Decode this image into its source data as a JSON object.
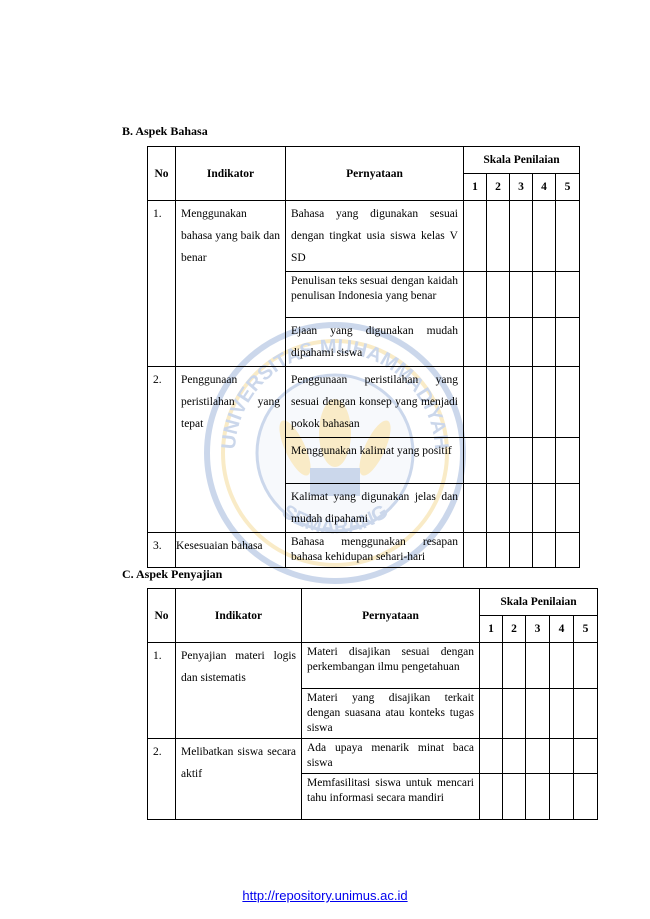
{
  "watermark": {
    "text_top": "UNIVERSITAS MUHAMMADIYAH",
    "text_bottom": "SEMARANG"
  },
  "section_b": {
    "title": "B. Aspek Bahasa",
    "headers": {
      "no": "No",
      "indikator": "Indikator",
      "pernyataan": "Pernyataan",
      "skala": "Skala Penilaian"
    },
    "scale": [
      "1",
      "2",
      "3",
      "4",
      "5"
    ],
    "groups": [
      {
        "no": "1.",
        "indikator": "Menggunakan bahasa yang baik dan benar",
        "rows": [
          "Bahasa yang digunakan sesuai dengan tingkat usia siswa kelas V SD",
          "Penulisan teks sesuai dengan kaidah penulisan Indonesia yang benar",
          "Ejaan yang digunakan mudah dipahami siswa"
        ]
      },
      {
        "no": "2.",
        "indikator": "Penggunaan peristilahan yang tepat",
        "rows": [
          "Penggunaan peristilahan yang sesuai dengan konsep yang menjadi pokok bahasan",
          "Menggunakan kalimat yang positif",
          "Kalimat yang digunakan jelas dan mudah dipahami"
        ]
      },
      {
        "no": "3.",
        "indikator": "Kesesuaian bahasa",
        "rows": [
          "Bahasa menggunakan resapan bahasa kehidupan sehari-hari"
        ]
      }
    ]
  },
  "section_c": {
    "title": "C. Aspek Penyajian",
    "headers": {
      "no": "No",
      "indikator": "Indikator",
      "pernyataan": "Pernyataan",
      "skala": "Skala Penilaian"
    },
    "scale": [
      "1",
      "2",
      "3",
      "4",
      "5"
    ],
    "groups": [
      {
        "no": "1.",
        "indikator": "Penyajian materi logis dan sistematis",
        "rows": [
          "Materi disajikan sesuai dengan perkembangan ilmu pengetahuan",
          "Materi yang disajikan terkait dengan suasana atau konteks tugas siswa"
        ]
      },
      {
        "no": "2.",
        "indikator": "Melibatkan siswa secara aktif",
        "rows": [
          "Ada upaya menarik minat baca siswa",
          "Memfasilitasi siswa untuk mencari tahu informasi secara mandiri"
        ]
      }
    ]
  },
  "footer": {
    "link": "http://repository.unimus.ac.id"
  }
}
